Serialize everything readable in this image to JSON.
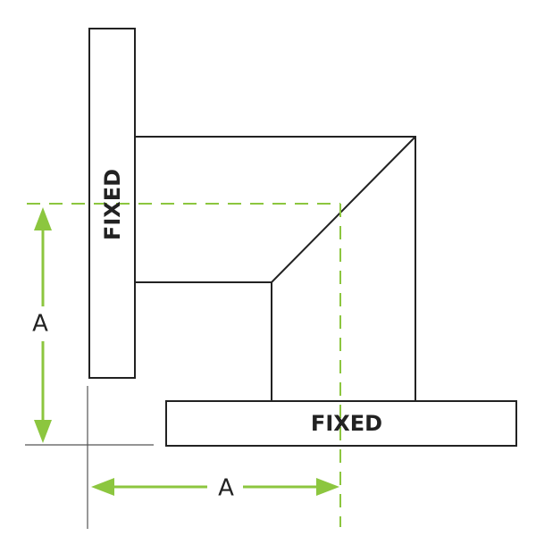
{
  "labels": {
    "vertical_flange": "FIXED",
    "horizontal_flange": "FIXED",
    "vertical_dimension": "A",
    "horizontal_dimension": "A"
  },
  "colors": {
    "outline": "#222222",
    "dimension": "#8cc63f",
    "reference": "#555555",
    "background": "#ffffff"
  }
}
